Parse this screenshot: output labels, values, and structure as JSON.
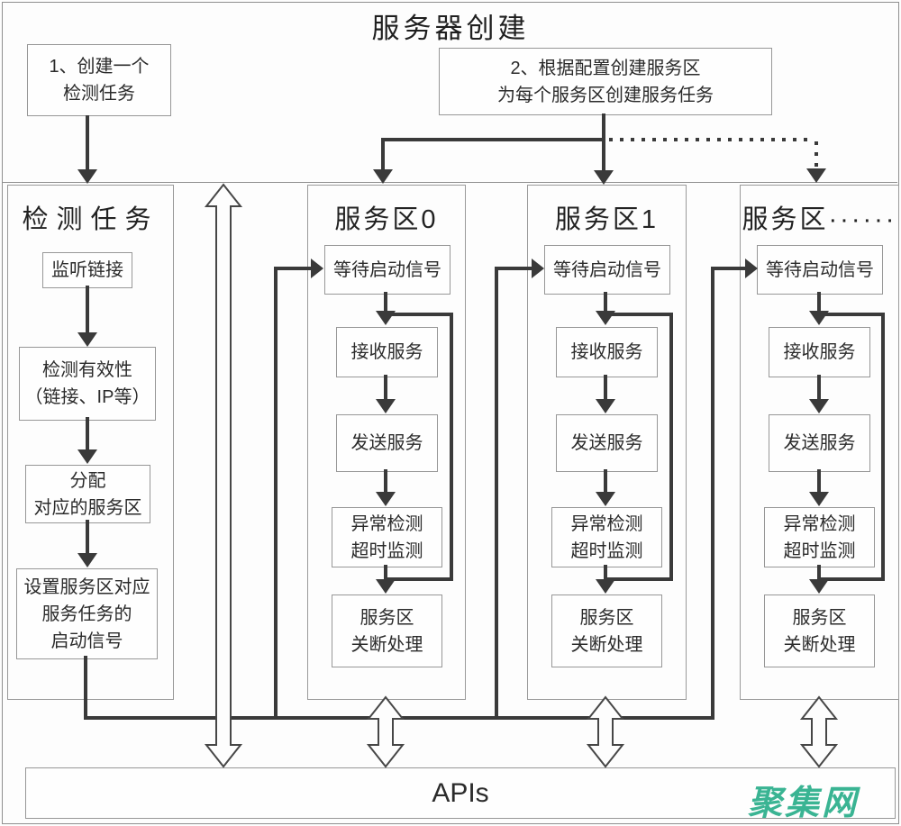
{
  "top": {
    "title": "服务器创建",
    "step1_line1": "1、创建一个",
    "step1_line2": "检测任务",
    "step2_line1": "2、根据配置创建服务区",
    "step2_line2": "为每个服务区创建服务任务"
  },
  "detect_column": {
    "title": "检测任务",
    "listen": "监听链接",
    "validity_line1": "检测有效性",
    "validity_line2": "（链接、IP等）",
    "assign_line1": "分配",
    "assign_line2": "对应的服务区",
    "signal_line1": "设置服务区对应",
    "signal_line2": "服务任务的",
    "signal_line3": "启动信号"
  },
  "service_columns": [
    {
      "title": "服务区0",
      "wait": "等待启动信号",
      "receive": "接收服务",
      "send": "发送服务",
      "detect_line1": "异常检测",
      "detect_line2": "超时监测",
      "shutdown_line1": "服务区",
      "shutdown_line2": "关断处理"
    },
    {
      "title": "服务区1",
      "wait": "等待启动信号",
      "receive": "接收服务",
      "send": "发送服务",
      "detect_line1": "异常检测",
      "detect_line2": "超时监测",
      "shutdown_line1": "服务区",
      "shutdown_line2": "关断处理"
    },
    {
      "title": "服务区······",
      "wait": "等待启动信号",
      "receive": "接收服务",
      "send": "发送服务",
      "detect_line1": "异常检测",
      "detect_line2": "超时监测",
      "shutdown_line1": "服务区",
      "shutdown_line2": "关断处理"
    }
  ],
  "footer": {
    "apis": "APIs",
    "watermark": "聚集网"
  },
  "colors": {
    "line": "#3a3a3a",
    "box_border": "#979797",
    "watermark": "#3ab493",
    "background": "#fdfdfd"
  }
}
